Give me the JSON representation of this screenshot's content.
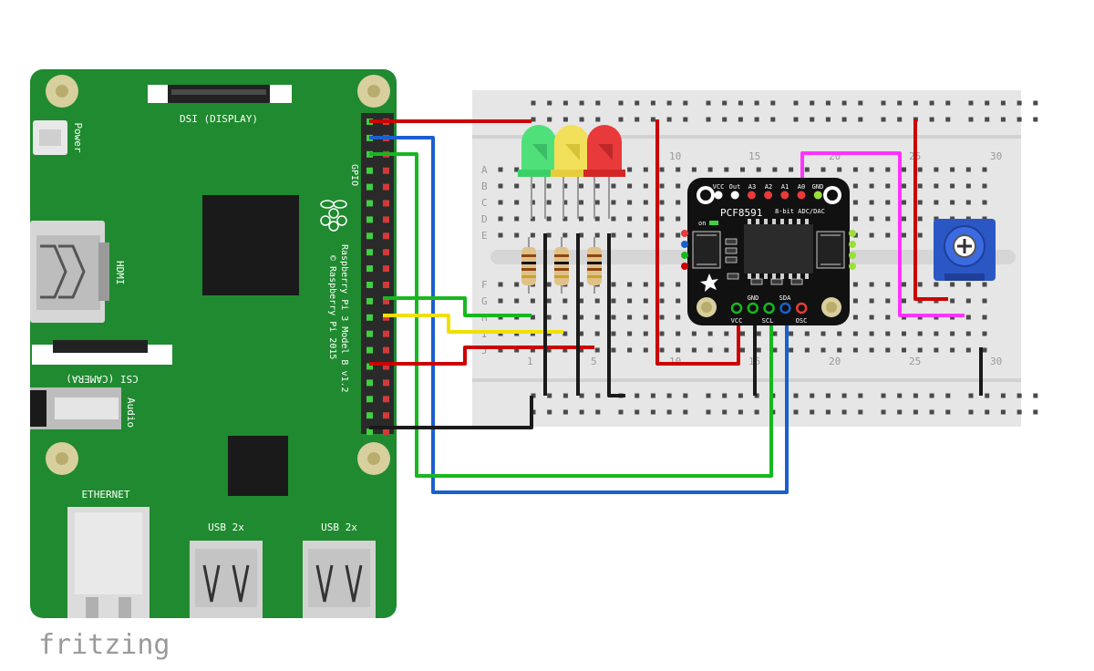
{
  "app": {
    "watermark": "fritzing"
  },
  "raspberry_pi": {
    "connectors": {
      "power": "Power",
      "dsi": "DSI (DISPLAY)",
      "hdmi": "HDMI",
      "csi": "CSI (CAMERA)",
      "audio": "Audio",
      "ethernet": "ETHERNET",
      "usb_left": "USB 2x",
      "usb_right": "USB 2x",
      "gpio": "GPIO"
    },
    "model_line1": "Raspberry Pi 3 Model B v1.2",
    "model_line2": "© Raspberry Pi 2015",
    "board_color": "#1f8a2f"
  },
  "breadboard": {
    "row_labels_top": [
      "A",
      "B",
      "C",
      "D",
      "E"
    ],
    "row_labels_bottom": [
      "F",
      "G",
      "H",
      "I",
      "J"
    ],
    "column_numbers_top": [
      "10",
      "15",
      "20",
      "25",
      "30"
    ],
    "column_numbers_bottom": [
      "1",
      "5",
      "10",
      "15",
      "20",
      "25",
      "30"
    ]
  },
  "adc_module": {
    "chip": "PCF8591",
    "subtitle": "8-bit ADC/DAC",
    "top_pins": [
      "VCC",
      "Out",
      "A3",
      "A2",
      "A1",
      "A0",
      "GND"
    ],
    "bottom_pins": [
      "VCC",
      "GND",
      "SCL",
      "SDA",
      "OSC"
    ],
    "on_label": "on"
  },
  "leds": [
    {
      "color": "green",
      "hex": "#4fe07a"
    },
    {
      "color": "yellow",
      "hex": "#f3e05a"
    },
    {
      "color": "red",
      "hex": "#e83a3a"
    }
  ],
  "wire_colors": {
    "red": "#cc0000",
    "blue": "#1a5fd0",
    "green": "#17b81f",
    "yellow": "#f0e000",
    "black": "#1a1a1a",
    "magenta": "#ff33ff"
  }
}
